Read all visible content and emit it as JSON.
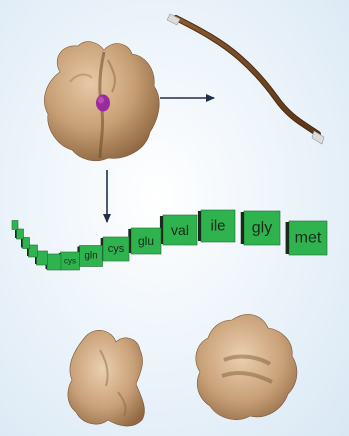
{
  "colors": {
    "background": "#e6f0f8",
    "protein": "#c9a27a",
    "protein_shadow": "#8a6440",
    "active_site": "#9b2a9e",
    "chain": "#2fb34f",
    "chain_border": "#1d6b30",
    "strand": "#6b4423",
    "strand_cap": "#d8d8d8",
    "arrow": "#223047"
  },
  "amino_acid_chain": [
    {
      "label": "met"
    },
    {
      "label": "gly"
    },
    {
      "label": "ile"
    },
    {
      "label": "val"
    },
    {
      "label": "glu"
    },
    {
      "label": "cys"
    },
    {
      "label": "gln"
    },
    {
      "label": "cys"
    },
    {
      "label": ""
    },
    {
      "label": ""
    },
    {
      "label": ""
    },
    {
      "label": ""
    },
    {
      "label": ""
    },
    {
      "label": ""
    }
  ],
  "icons": [
    "arrow-right-icon",
    "arrow-down-icon"
  ]
}
